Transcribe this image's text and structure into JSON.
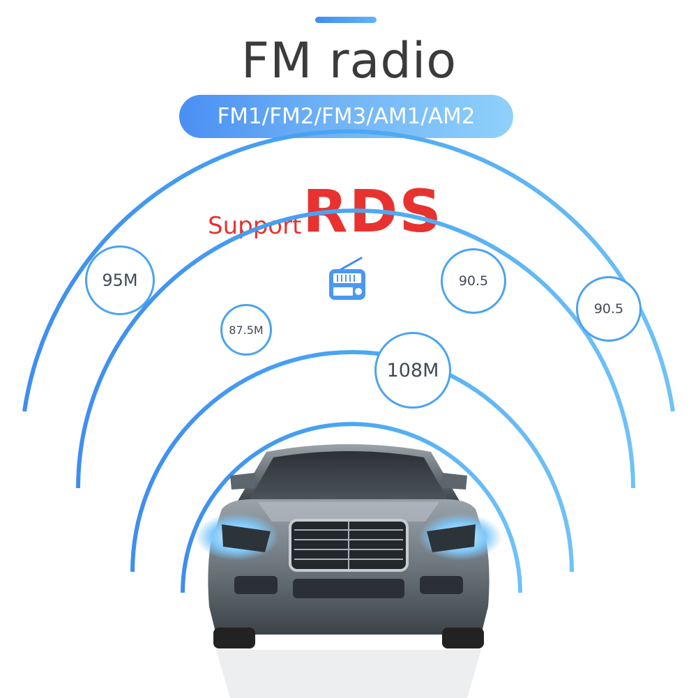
{
  "header": {
    "title": "FM radio",
    "bands": "FM1/FM2/FM3/AM1/AM2"
  },
  "rds": {
    "prefix": "Support",
    "label": "RDS"
  },
  "frequencies": {
    "f1": "95M",
    "f2": "90.5",
    "f3": "90.5",
    "f4": "87.5M",
    "f5": "108M"
  },
  "icons": {
    "radio": "radio-icon",
    "car": "car-image"
  },
  "colors": {
    "accent": "#4aa3f0",
    "rds_red": "#e8322f",
    "title_text": "#3b3b3b"
  }
}
